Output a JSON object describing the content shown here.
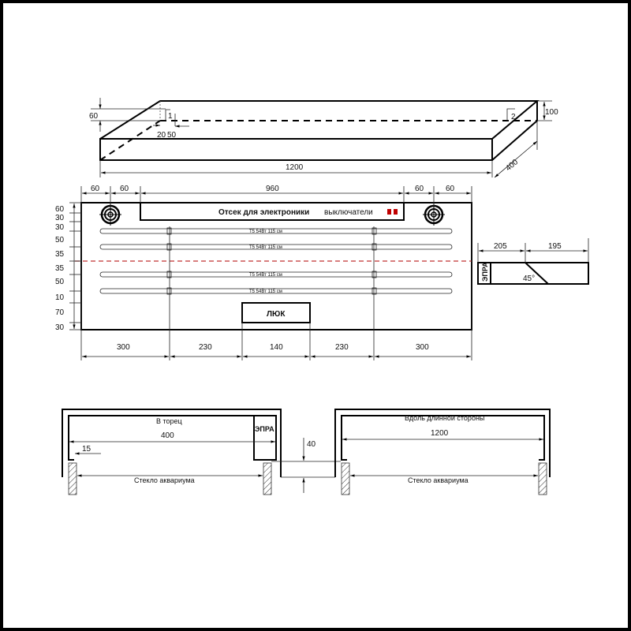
{
  "isometric_view": {
    "dims": {
      "depth_60": "60",
      "offset_20": "20",
      "offset_50": "50",
      "height_100": "100",
      "length_1200": "1200",
      "width_400": "400"
    },
    "markers": {
      "m1": "1",
      "m2": "2"
    }
  },
  "plan_view": {
    "top_dims": [
      "60",
      "60",
      "960",
      "60",
      "60"
    ],
    "left_dims": [
      "60",
      "30",
      "30",
      "50",
      "35",
      "35",
      "50",
      "10",
      "70",
      "30"
    ],
    "bottom_dims": [
      "300",
      "230",
      "140",
      "230",
      "300"
    ],
    "electronics_label": "Отсек для электроники",
    "switches_label": "выключатели",
    "switch_color": "#c00000",
    "center_line_color": "#c03030",
    "tubes": [
      "T5 54Вт 115 см",
      "T5 54Вт 115 см",
      "T5 54Вт 115 см",
      "T5 54Вт 115 см"
    ],
    "hatch_label": "ЛЮК"
  },
  "side_view": {
    "dims": [
      "205",
      "195"
    ],
    "ballast_label": "ЭПРА",
    "angle_label": "45°"
  },
  "section_end": {
    "title": "В торец",
    "width": "400",
    "lip": "15",
    "ballast_label": "ЭПРА",
    "glass_label": "Стекло аквариума"
  },
  "section_gap": {
    "height": "40"
  },
  "section_long": {
    "title": "Вдоль длинной стороны",
    "width": "1200",
    "glass_label": "Стекло аквариума"
  }
}
